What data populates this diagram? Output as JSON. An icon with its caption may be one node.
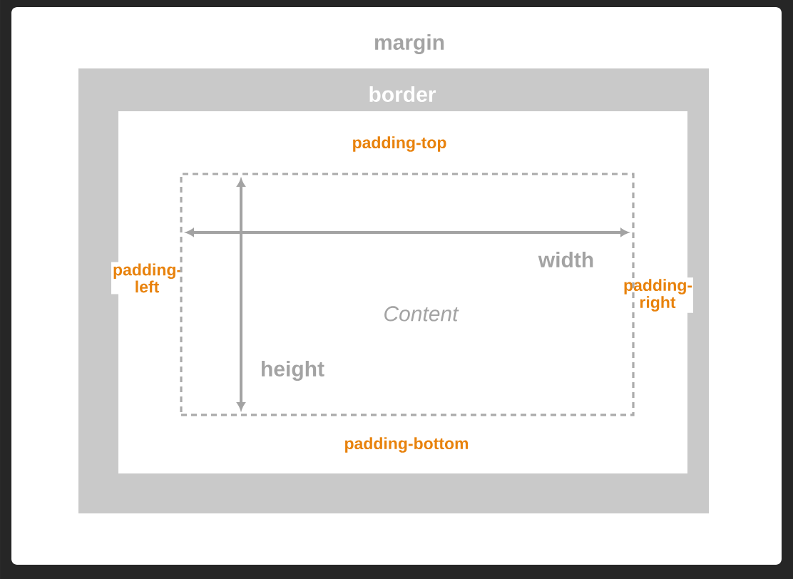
{
  "diagram": {
    "nodes": [
      {
        "text": [
          "margin"
        ]
      },
      {
        "text": [
          "border"
        ],
        "in": 0
      },
      {
        "text": [
          "padding-top",
          "padding-left",
          "padding-right",
          "padding-bottom"
        ],
        "in": 1
      },
      {
        "text": [
          "Content"
        ],
        "in": 2
      }
    ],
    "labels": [
      "width",
      "height"
    ]
  }
}
